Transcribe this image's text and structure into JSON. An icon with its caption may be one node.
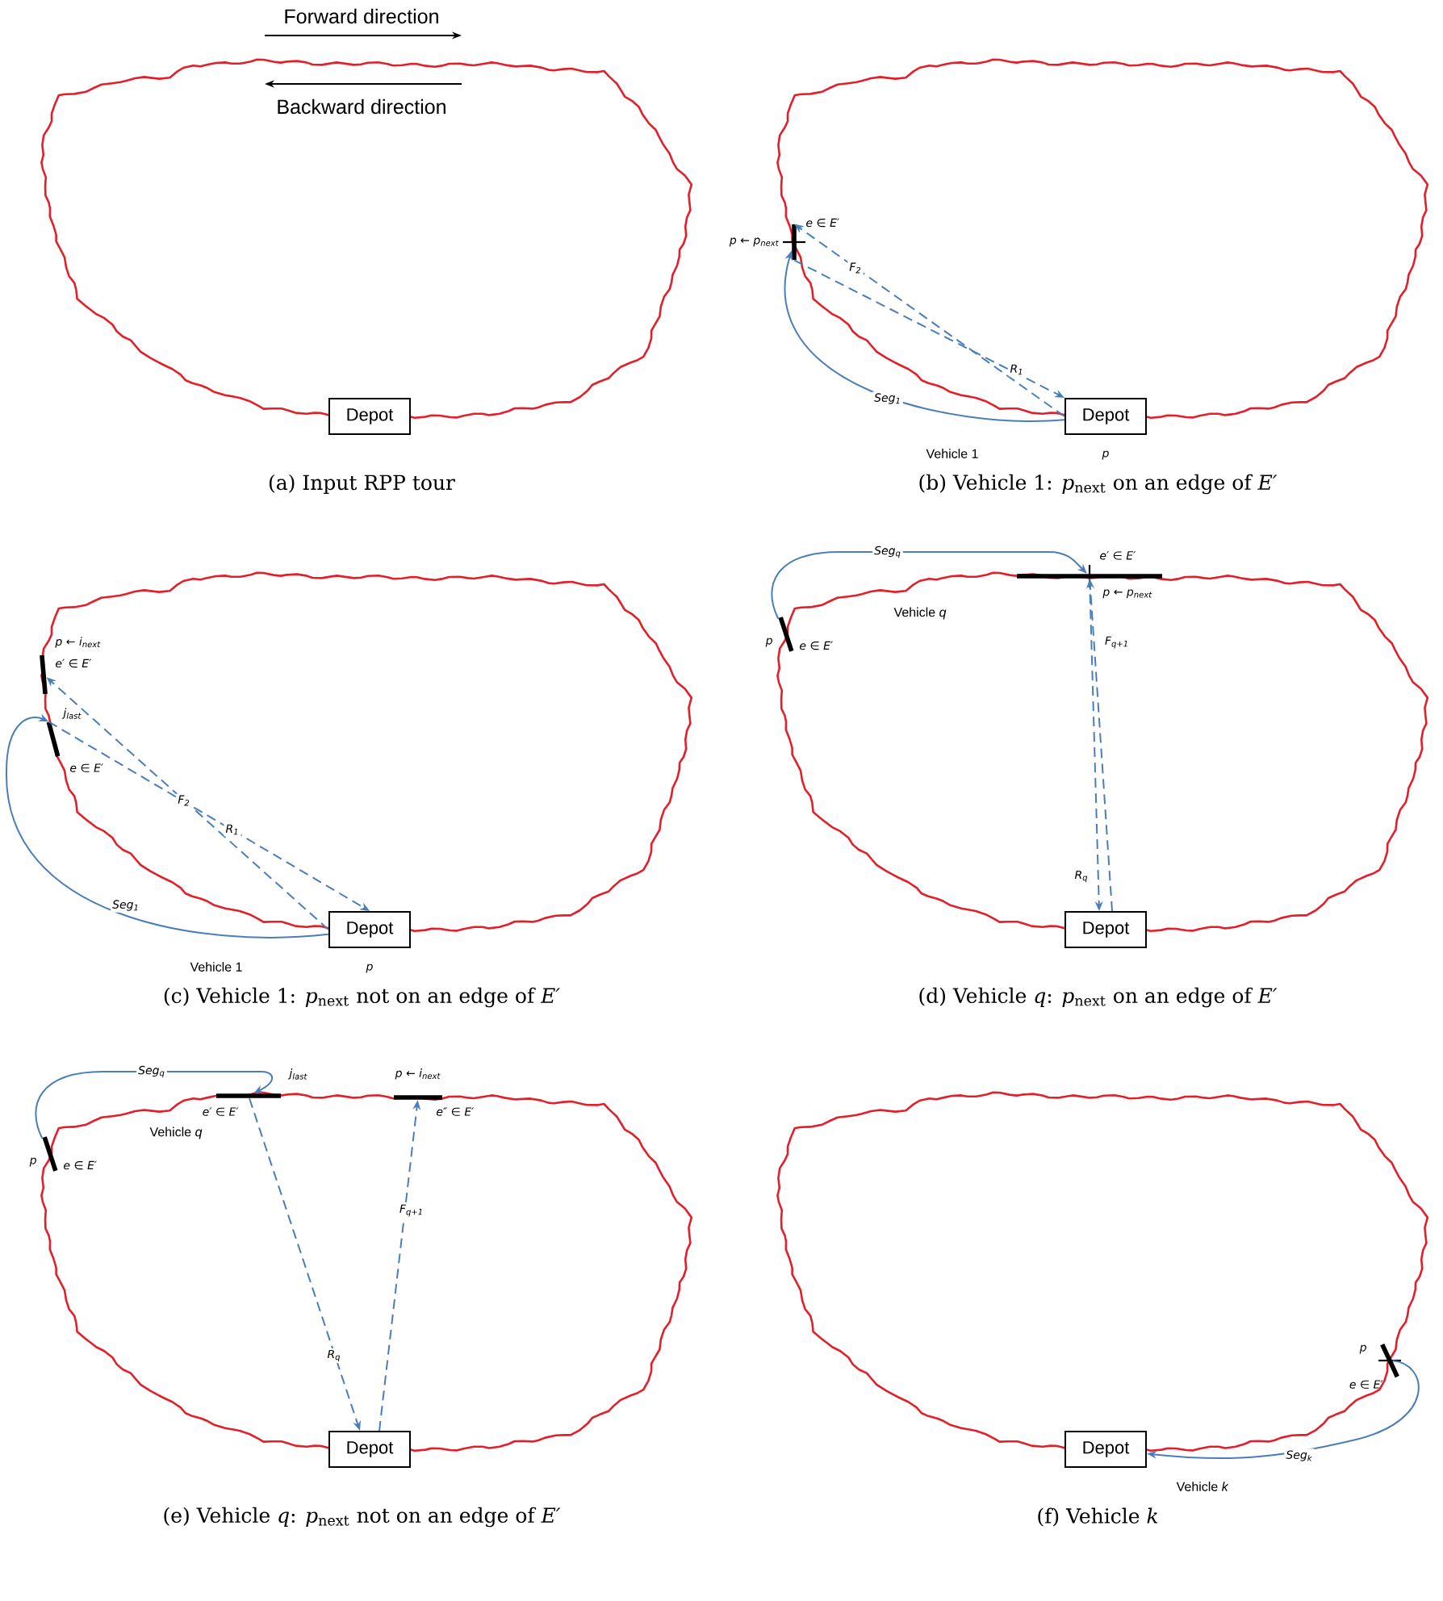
{
  "diagram": {
    "nodes": [
      {
        "text": [
          "Depot"
        ]
      },
      {
        "text": [],
        "shape": "bar",
        "beside": [
          "e ∈ E′",
          "p ← p$_{next}$"
        ]
      },
      {
        "text": [
          "Depot"
        ],
        "beside": [
          "p"
        ]
      },
      {
        "text": [],
        "shape": "bar",
        "beside": [
          "p ← i$_{next}$",
          "e′ ∈ E′"
        ]
      },
      {
        "text": [],
        "shape": "bar",
        "beside": [
          "j$_{last}$",
          "e ∈ E′"
        ]
      },
      {
        "text": [
          "Depot"
        ],
        "beside": [
          "p"
        ]
      },
      {
        "text": [],
        "shape": "bar",
        "beside": [
          "e′ ∈ E′",
          "p ← p$_{next}$"
        ]
      },
      {
        "text": [],
        "shape": "bar",
        "beside": [
          "p",
          "e ∈ E′"
        ]
      },
      {
        "text": [
          "Depot"
        ]
      },
      {
        "text": [],
        "shape": "bar",
        "beside": [
          "j$_{last}$",
          "e′ ∈ E′"
        ]
      },
      {
        "text": [],
        "shape": "bar",
        "beside": [
          "p ← i$_{next}$",
          "e″ ∈ E′"
        ]
      },
      {
        "text": [],
        "shape": "bar",
        "beside": [
          "p",
          "e ∈ E′"
        ]
      },
      {
        "text": [
          "Depot"
        ]
      },
      {
        "text": [],
        "shape": "bar",
        "beside": [
          "p",
          "e ∈ E′"
        ]
      },
      {
        "text": [
          "Depot"
        ]
      }
    ],
    "edges": [
      {
        "from": 2,
        "to": 1,
        "arrow": "to",
        "label": "Seg$_{1}$"
      },
      {
        "from": 1,
        "to": 2,
        "arrow": "to",
        "label": "R$_{1}$",
        "style": "dashed"
      },
      {
        "from": 2,
        "to": 1,
        "arrow": "to",
        "label": "F$_{2}$",
        "style": "dashed"
      },
      {
        "from": 5,
        "to": 4,
        "arrow": "to",
        "label": "Seg$_{1}$"
      },
      {
        "from": 4,
        "to": 5,
        "arrow": "to",
        "label": "R$_{1}$",
        "style": "dashed"
      },
      {
        "from": 5,
        "to": 3,
        "arrow": "to",
        "label": "F$_{2}$",
        "style": "dashed"
      },
      {
        "from": 7,
        "to": 6,
        "arrow": "to",
        "label": "Seg$_{q}$"
      },
      {
        "from": 8,
        "to": 6,
        "arrow": "to",
        "label": "F$_{q+1}$",
        "style": "dashed"
      },
      {
        "from": 6,
        "to": 8,
        "arrow": "to",
        "label": "R$_{q}$",
        "style": "dashed"
      },
      {
        "from": 11,
        "to": 9,
        "arrow": "to",
        "label": "Seg$_{q}$"
      },
      {
        "from": 9,
        "to": 12,
        "arrow": "to",
        "label": "R$_{q}$",
        "style": "dashed"
      },
      {
        "from": 12,
        "to": 10,
        "arrow": "to",
        "label": "F$_{q+1}$",
        "style": "dashed"
      },
      {
        "from": 13,
        "to": 14,
        "arrow": "to",
        "label": "Seg$_{k}$"
      }
    ],
    "labels": [
      "Forward direction",
      "Backward direction",
      "Vehicle 1",
      "(a) Input RPP tour",
      "(b) Vehicle 1: *p*$_{next}$ on an edge of *E′*",
      "Vehicle 1",
      "Vehicle *q*",
      "(c) Vehicle 1: *p*$_{next}$ not on an edge of *E′*",
      "(d) Vehicle *q*: *p*$_{next}$ on an edge of *E′*",
      "Vehicle *q*",
      "Vehicle *k*",
      "(e) Vehicle *q*: *p*$_{next}$ not on an edge of *E′*",
      "(f) Vehicle *k*"
    ]
  }
}
